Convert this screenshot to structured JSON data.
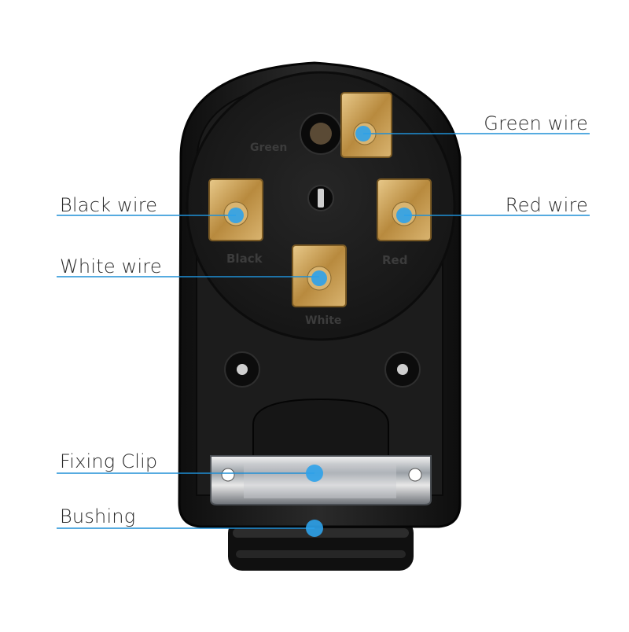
{
  "diagram": {
    "colors": {
      "accent": "#1f8fd6",
      "housing": "#1a1a1a",
      "brass": "#c9a25a",
      "background": "#ffffff"
    },
    "callouts": {
      "green_wire": "Green wire",
      "black_wire": "Black wire",
      "red_wire": "Red wire",
      "white_wire": "White wire",
      "fixing_clip": "Fixing Clip",
      "bushing": "Bushing"
    },
    "embossed": {
      "green": "Green",
      "black": "Black",
      "red": "Red",
      "white": "White"
    }
  }
}
